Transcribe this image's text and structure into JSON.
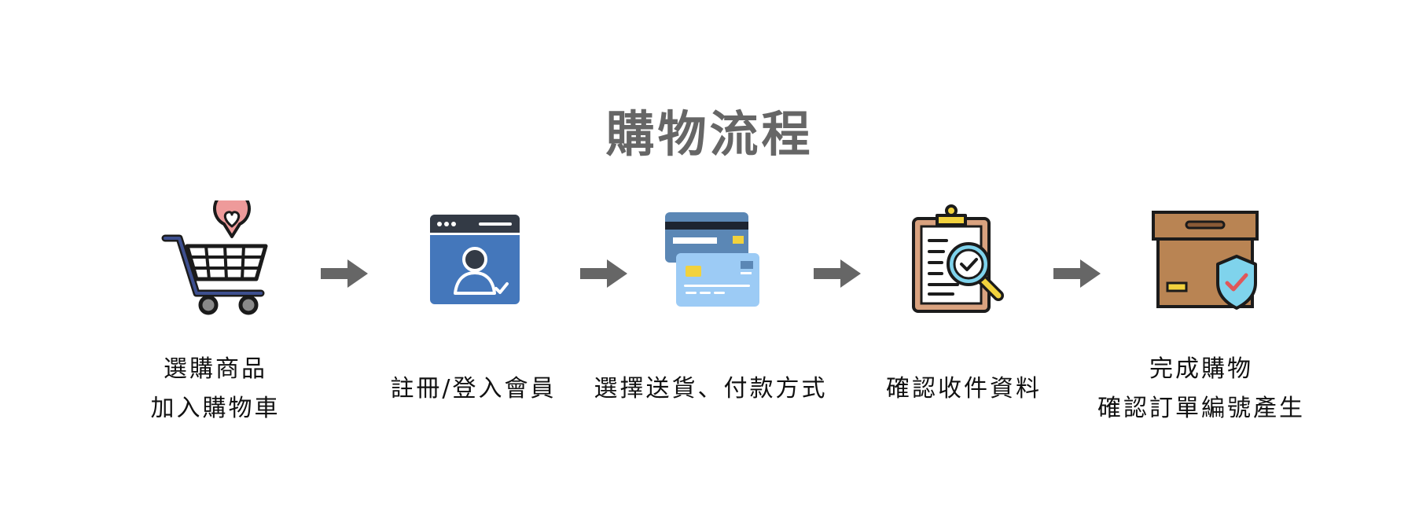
{
  "title": "購物流程",
  "steps": [
    {
      "icon": "shopping-cart-heart-icon",
      "lines": [
        "選購商品",
        "加入購物車"
      ]
    },
    {
      "icon": "user-account-window-icon",
      "lines": [
        "註冊/登入會員"
      ]
    },
    {
      "icon": "credit-cards-icon",
      "lines": [
        "選擇送貨、付款方式"
      ]
    },
    {
      "icon": "clipboard-magnifier-check-icon",
      "lines": [
        "確認收件資料"
      ]
    },
    {
      "icon": "box-shield-check-icon",
      "lines": [
        "完成購物",
        "確認訂單編號產生"
      ]
    }
  ],
  "colors": {
    "title": "#666666",
    "arrow": "#666666",
    "label": "#111111",
    "user_window_blue": "#4477bb",
    "card_back": "#5b87b5",
    "card_front": "#9ccbf5",
    "box_brown": "#b98453",
    "shield_blue": "#7fd3ec",
    "clipboard_tan": "#d9a27f",
    "magnifier_blue": "#7fd3ec",
    "heart_pink": "#ee9a9a"
  }
}
